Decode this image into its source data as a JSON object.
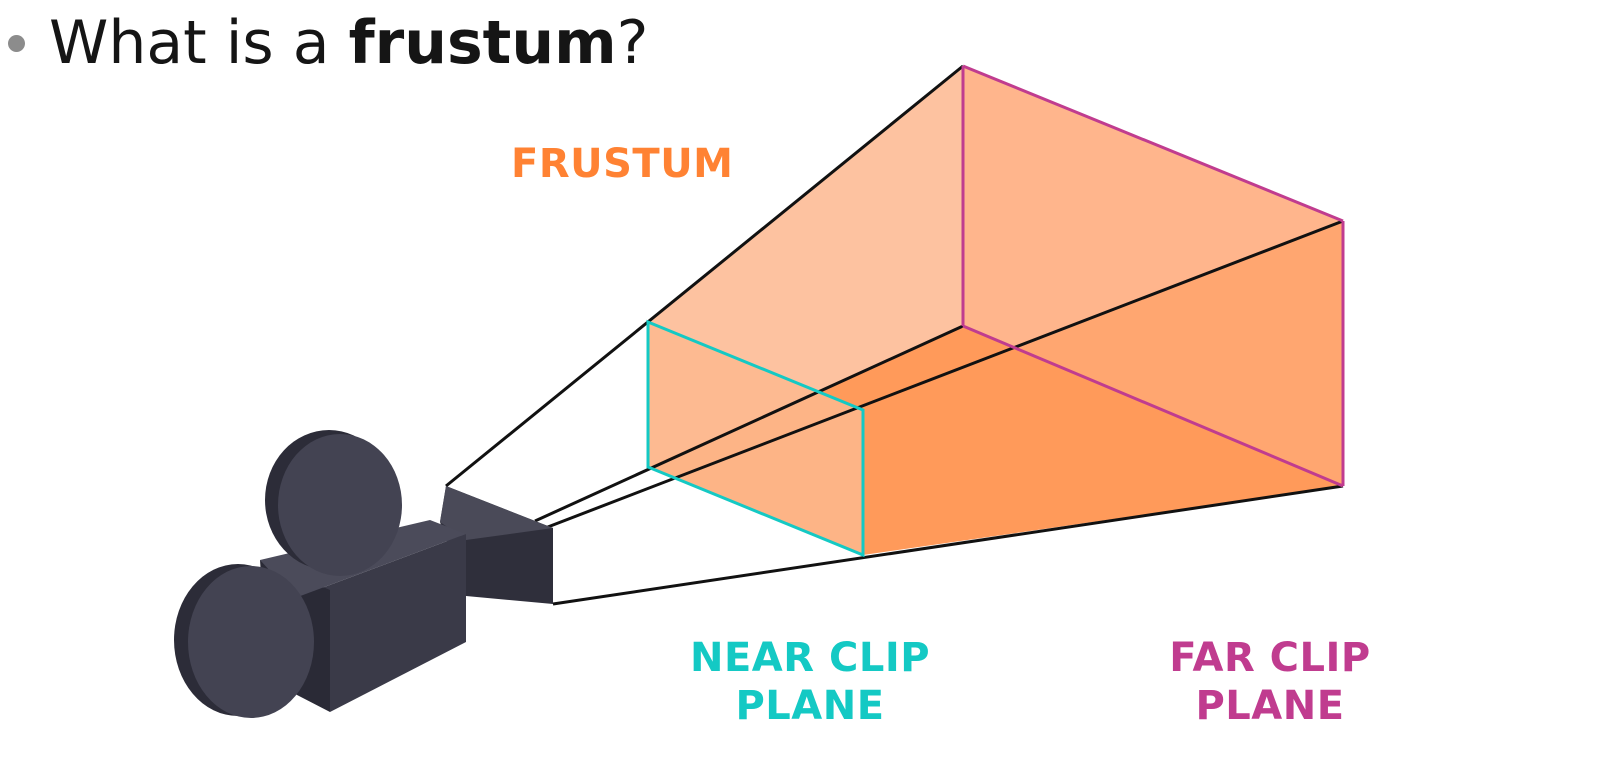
{
  "heading": {
    "prefix": "What is a ",
    "bold": "frustum",
    "suffix": "?"
  },
  "labels": {
    "frustum": "FRUSTUM",
    "near_clip_line1": "NEAR CLIP",
    "near_clip_line2": "PLANE",
    "far_clip_line1": "FAR CLIP",
    "far_clip_line2": "PLANE"
  },
  "colors": {
    "frustum_label": "#ff8233",
    "near_plane": "#14c9c4",
    "far_plane": "#c03c8f",
    "camera_body": "#3e3e4c",
    "frustum_fill": "#ff9a5a",
    "bullet": "#8c8c8c"
  },
  "icons": {
    "camera": "movie-camera-icon"
  }
}
